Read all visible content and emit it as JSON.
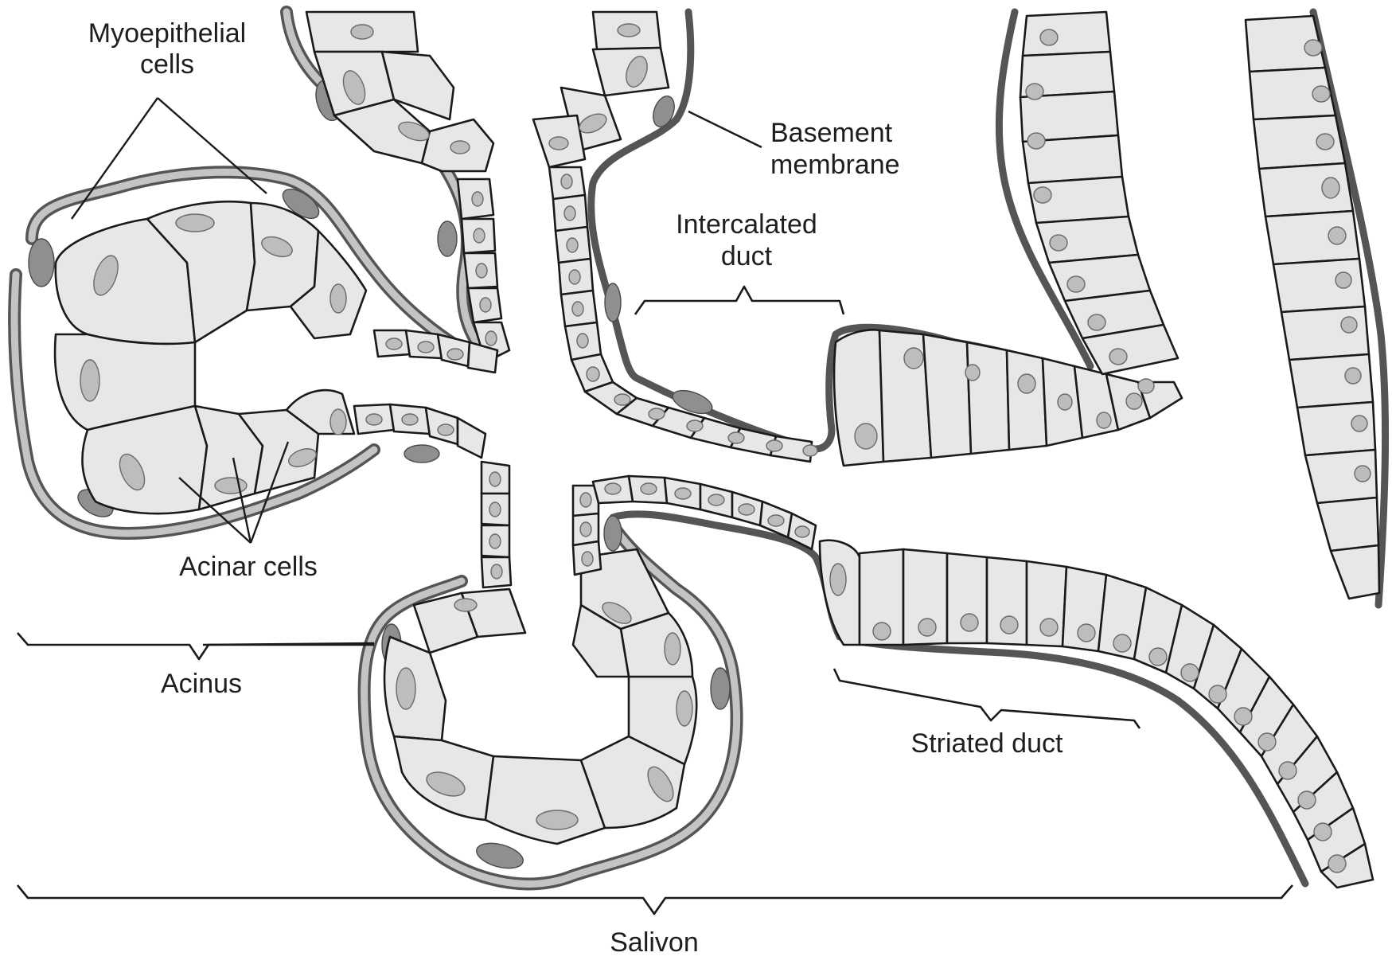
{
  "labels": {
    "myoepithelial": [
      "Myoepithelial",
      "cells"
    ],
    "basement": [
      "Basement",
      "membrane"
    ],
    "intercalated": [
      "Intercalated",
      "duct"
    ],
    "acinar": "Acinar cells",
    "acinus": "Acinus",
    "striated": "Striated duct",
    "salivon": "Salivon"
  },
  "colors": {
    "cytoplasm": "#e7e7e7",
    "myoepithelial_layer": "#c4c4c4",
    "basement_membrane": "#555555",
    "outline": "#1a1a1a",
    "nucleus": "#bdbdbd"
  }
}
